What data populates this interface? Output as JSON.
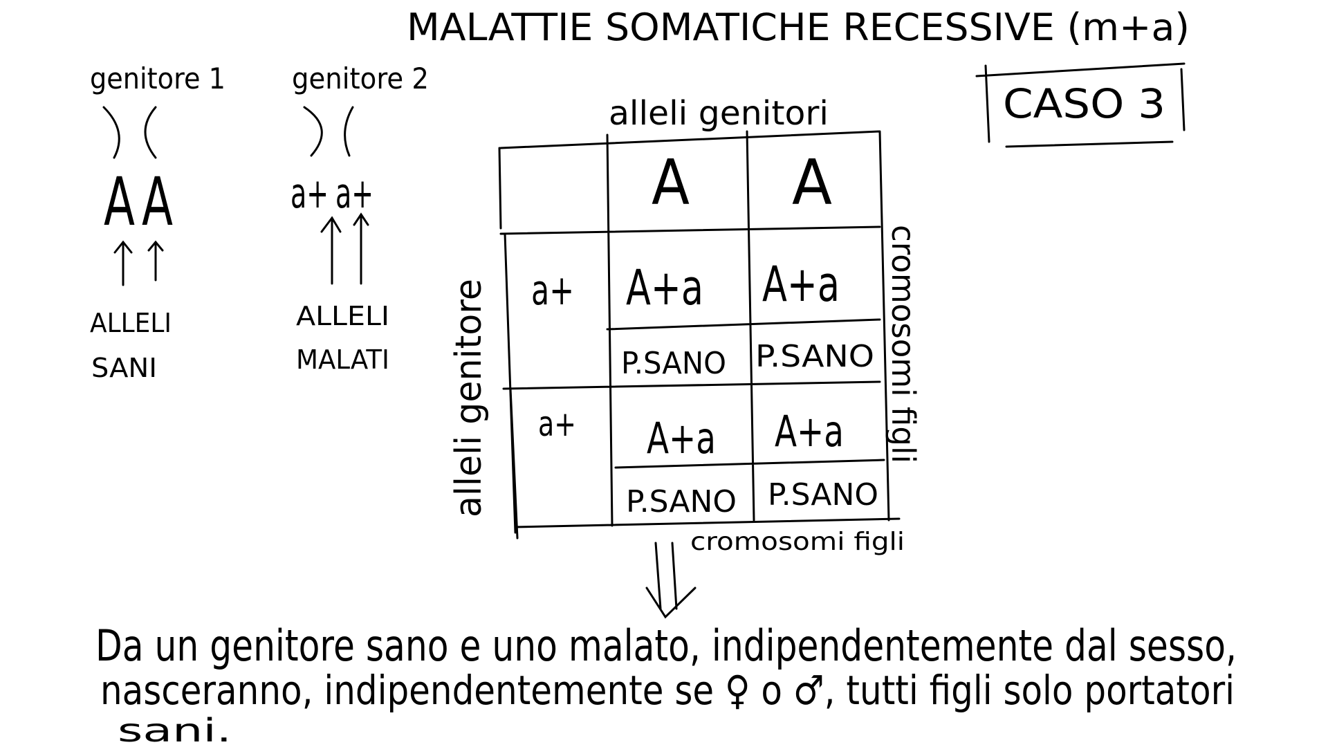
{
  "title": "MALATTIE SOMATICHE RECESSIVE (m+a)",
  "case_label": "CASO 3",
  "parents": [
    {
      "label": "genitore 1",
      "alleles": [
        "A",
        "A"
      ],
      "note_line1": "ALLELI",
      "note_line2": "SANI"
    },
    {
      "label": "genitore 2",
      "alleles": [
        "a+",
        "a+"
      ],
      "note_line1": "ALLELI",
      "note_line2": "MALATI"
    }
  ],
  "punnett": {
    "top_label": "alleli genitori",
    "left_label": "alleli genitore",
    "right_label": "cromosomi figli",
    "bottom_label": "cromosomi figli",
    "columns": [
      "A",
      "A"
    ],
    "rows": [
      {
        "allele": "a+",
        "cells": [
          {
            "genotype": "A+a",
            "status": "P.SANO"
          },
          {
            "genotype": "A+a",
            "status": "P.SANO"
          }
        ]
      },
      {
        "allele": "a+",
        "cells": [
          {
            "genotype": "A+a",
            "status": "P.SANO"
          },
          {
            "genotype": "A+a",
            "status": "P.SANO"
          }
        ]
      }
    ]
  },
  "conclusion": {
    "line1": "Da un genitore sano e uno malato, indipendentemente dal sesso,",
    "line2": "nasceranno, indipendentemente se ♀ o ♂, tutti figli solo portatori",
    "line3": "sani."
  }
}
